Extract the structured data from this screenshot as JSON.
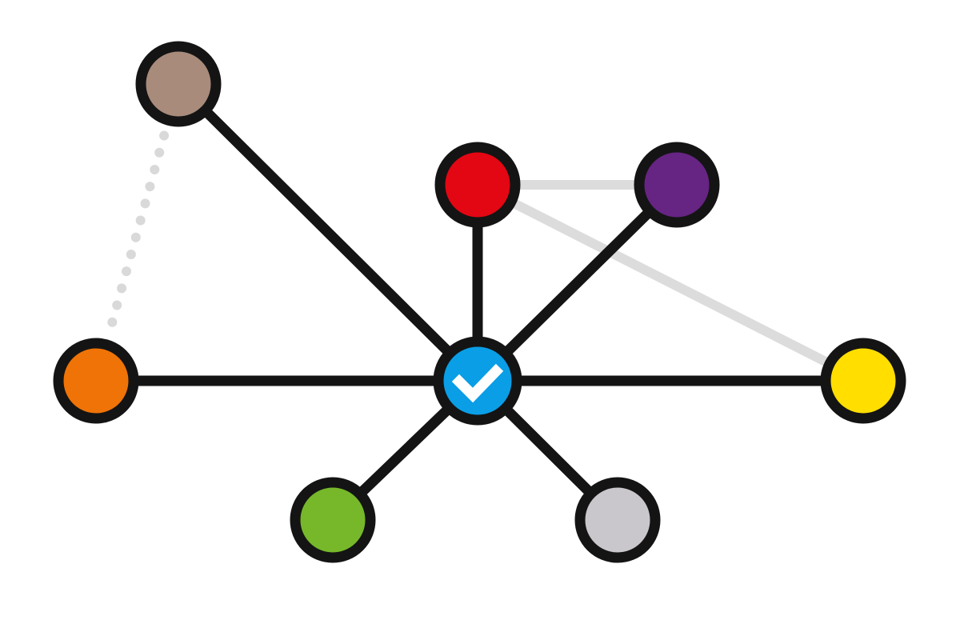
{
  "diagram": {
    "hub": {
      "id": "hub",
      "color": "#0a9ee6",
      "icon": "checkmark-icon"
    },
    "nodes": [
      {
        "id": "brown",
        "color": "#a98b7b"
      },
      {
        "id": "red",
        "color": "#e30613"
      },
      {
        "id": "purple",
        "color": "#662483"
      },
      {
        "id": "orange",
        "color": "#ef7306"
      },
      {
        "id": "yellow",
        "color": "#ffde00"
      },
      {
        "id": "green",
        "color": "#76b82a"
      },
      {
        "id": "gray",
        "color": "#c9c7cb"
      }
    ],
    "edges": [
      {
        "from": "hub",
        "to": "brown",
        "style": "solid"
      },
      {
        "from": "hub",
        "to": "red",
        "style": "solid"
      },
      {
        "from": "hub",
        "to": "purple",
        "style": "solid"
      },
      {
        "from": "hub",
        "to": "orange",
        "style": "solid"
      },
      {
        "from": "hub",
        "to": "yellow",
        "style": "solid"
      },
      {
        "from": "hub",
        "to": "green",
        "style": "solid"
      },
      {
        "from": "hub",
        "to": "gray",
        "style": "solid"
      },
      {
        "from": "red",
        "to": "purple",
        "style": "faint"
      },
      {
        "from": "red",
        "to": "yellow",
        "style": "faint"
      },
      {
        "from": "brown",
        "to": "orange",
        "style": "dotted"
      }
    ]
  }
}
